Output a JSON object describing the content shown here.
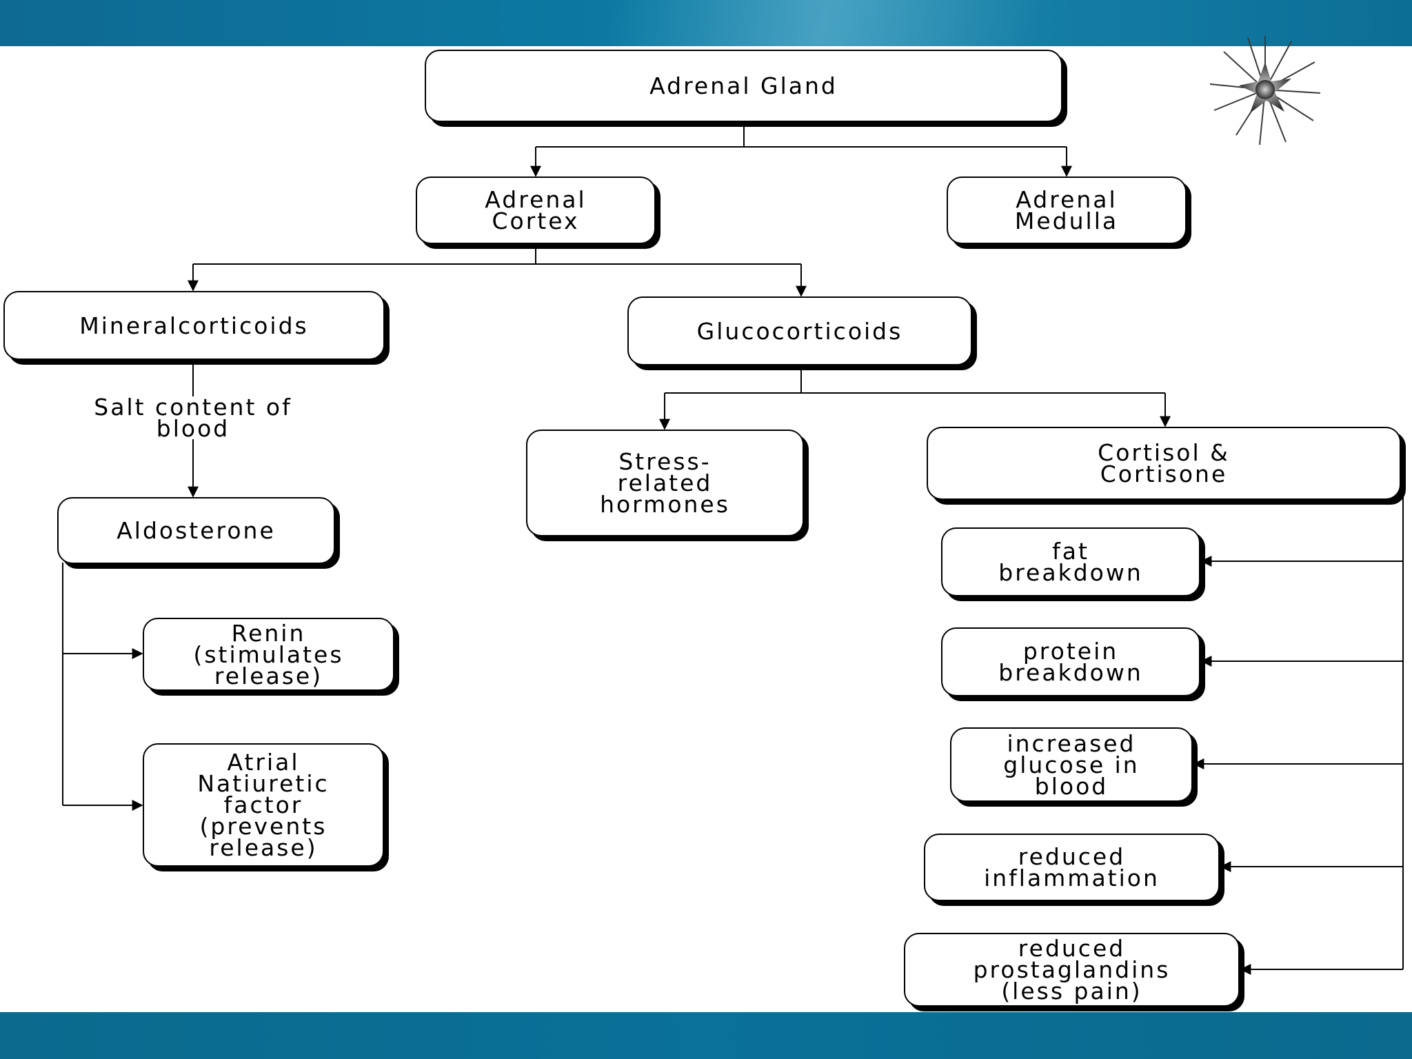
{
  "nodes": {
    "adrenal_gland": "Adrenal Gland",
    "adrenal_cortex": "Adrenal\nCortex",
    "adrenal_medulla": "Adrenal\nMedulla",
    "mineralcorticoids": "Mineralcorticoids",
    "glucocorticoids": "Glucocorticoids",
    "aldosterone": "Aldosterone",
    "renin": "Renin\n(stimulates\nrelease)",
    "atrial": "Atrial\nNatiuretic\nfactor\n(prevents\nrelease)",
    "stress": "Stress-\nrelated\nhormones",
    "cortisol": "Cortisol &\nCortisone",
    "fat": "fat\nbreakdown",
    "protein": "protein\nbreakdown",
    "glucose": "increased\nglucose in\nblood",
    "inflammation": "reduced\ninflammation",
    "prostaglandins": "reduced\nprostaglandins\n(less pain)"
  },
  "edge_labels": {
    "salt": "Salt content of\nblood"
  },
  "colors": {
    "header_band": "#0c7aa3",
    "footer_band": "#0a7198",
    "line": "#000000"
  },
  "decorations": {
    "star": "starburst-icon"
  }
}
